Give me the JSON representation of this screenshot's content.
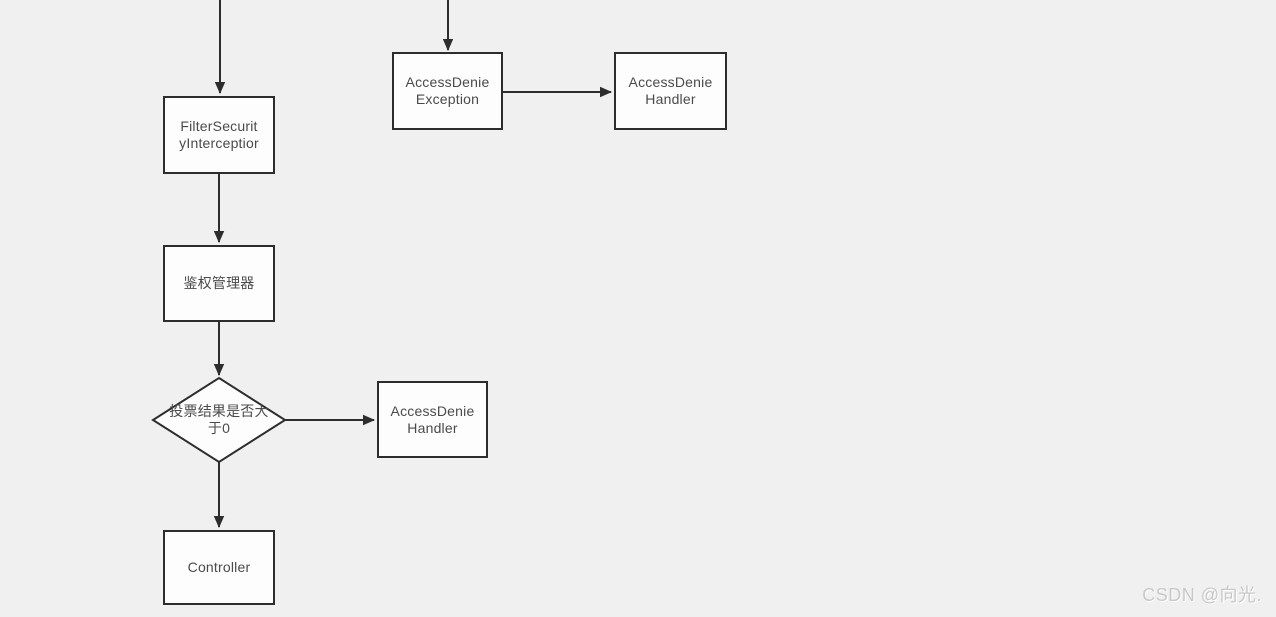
{
  "colors": {
    "background": "#f0f0f1",
    "stroke": "#2d2d2d",
    "node_fill": "#fdfdfd",
    "text": "#4a4a4a",
    "watermark": "#c8c8c8"
  },
  "nodes": {
    "interceptor": {
      "label": "FilterSecurit\nyInterceptior"
    },
    "exception": {
      "label": "AccessDenie\nException"
    },
    "handler_top": {
      "label": "AccessDenie\nHandler"
    },
    "auth_manager": {
      "label": "鉴权管理器"
    },
    "vote_decision": {
      "label": "投票结果是否大\n于0"
    },
    "handler_mid": {
      "label": "AccessDenie\nHandler"
    },
    "controller": {
      "label": "Controller"
    }
  },
  "edges": [
    {
      "from": "offscreen-top-left",
      "to": "interceptor",
      "direction": "down"
    },
    {
      "from": "offscreen-top-right",
      "to": "exception",
      "direction": "down"
    },
    {
      "from": "exception",
      "to": "handler_top",
      "direction": "right"
    },
    {
      "from": "interceptor",
      "to": "auth_manager",
      "direction": "down"
    },
    {
      "from": "auth_manager",
      "to": "vote_decision",
      "direction": "down"
    },
    {
      "from": "vote_decision",
      "to": "handler_mid",
      "direction": "right"
    },
    {
      "from": "vote_decision",
      "to": "controller",
      "direction": "down"
    }
  ],
  "watermark": {
    "text": "CSDN @向光."
  }
}
